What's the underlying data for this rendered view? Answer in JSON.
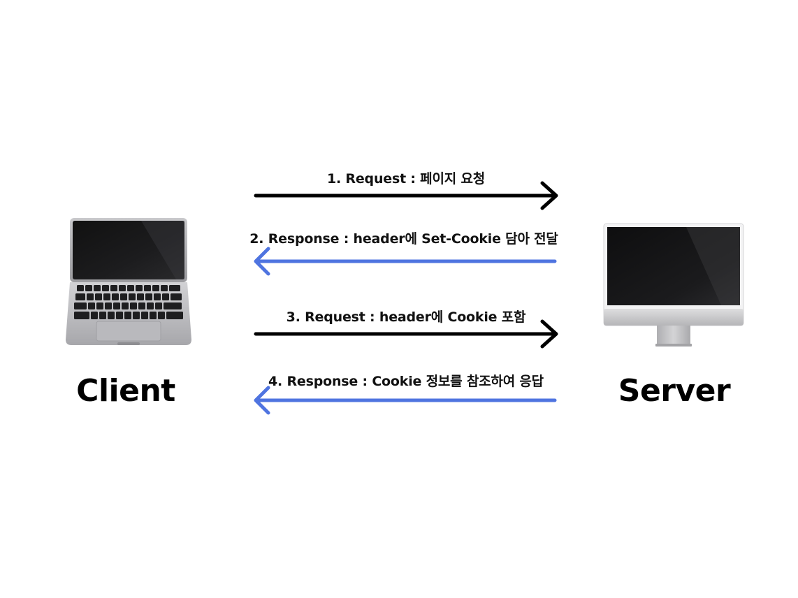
{
  "nodes": {
    "client": {
      "label": "Client",
      "icon": "laptop-icon"
    },
    "server": {
      "label": "Server",
      "icon": "desktop-monitor-icon"
    }
  },
  "messages": [
    {
      "step": 1,
      "label": "1. Request : 페이지 요청",
      "direction": "client-to-server",
      "color": "#000000"
    },
    {
      "step": 2,
      "label": "2. Response : header에 Set-Cookie 담아 전달",
      "direction": "server-to-client",
      "color": "#4f74e0"
    },
    {
      "step": 3,
      "label": "3. Request : header에 Cookie 포함",
      "direction": "client-to-server",
      "color": "#000000"
    },
    {
      "step": 4,
      "label": "4. Response : Cookie 정보를 참조하여 응답",
      "direction": "server-to-client",
      "color": "#4f74e0"
    }
  ]
}
